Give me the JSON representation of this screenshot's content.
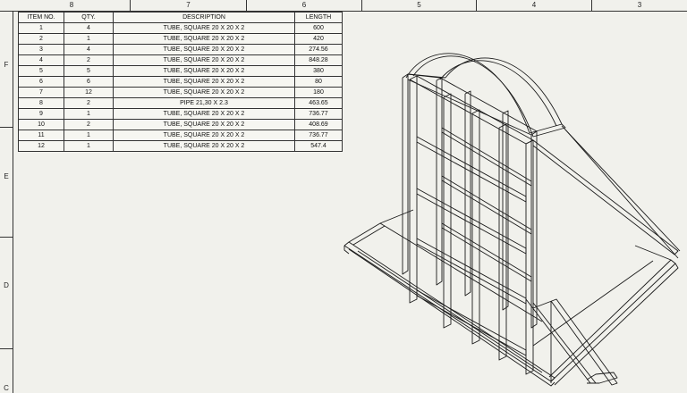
{
  "zones": {
    "top": [
      "8",
      "7",
      "6",
      "5",
      "4",
      "3"
    ],
    "left": [
      "F",
      "E",
      "D",
      "C"
    ]
  },
  "bom": {
    "headers": [
      "ITEM NO.",
      "QTY.",
      "DESCRIPTION",
      "LENGTH"
    ],
    "rows": [
      [
        "1",
        "4",
        "TUBE, SQUARE 20 X 20 X 2",
        "600"
      ],
      [
        "2",
        "1",
        "TUBE, SQUARE 20 X 20 X 2",
        "420"
      ],
      [
        "3",
        "4",
        "TUBE, SQUARE 20 X 20 X 2",
        "274.56"
      ],
      [
        "4",
        "2",
        "TUBE, SQUARE 20 X 20 X 2",
        "848.28"
      ],
      [
        "5",
        "5",
        "TUBE, SQUARE 20 X 20 X 2",
        "380"
      ],
      [
        "6",
        "6",
        "TUBE, SQUARE 20 X 20 X 2",
        "80"
      ],
      [
        "7",
        "12",
        "TUBE, SQUARE 20 X 20 X 2",
        "180"
      ],
      [
        "8",
        "2",
        "PIPE 21,30 X 2.3",
        "463.65"
      ],
      [
        "9",
        "1",
        "TUBE, SQUARE 20 X 20 X 2",
        "736.77"
      ],
      [
        "10",
        "2",
        "TUBE, SQUARE 20 X 20 X 2",
        "408.69"
      ],
      [
        "11",
        "1",
        "TUBE, SQUARE 20 X 20 X 2",
        "736.77"
      ],
      [
        "12",
        "1",
        "TUBE, SQUARE 20 X 20 X 2",
        "547.4"
      ]
    ]
  },
  "colors": {
    "paper": "#f1f1ec",
    "line": "#1a1a1a"
  }
}
